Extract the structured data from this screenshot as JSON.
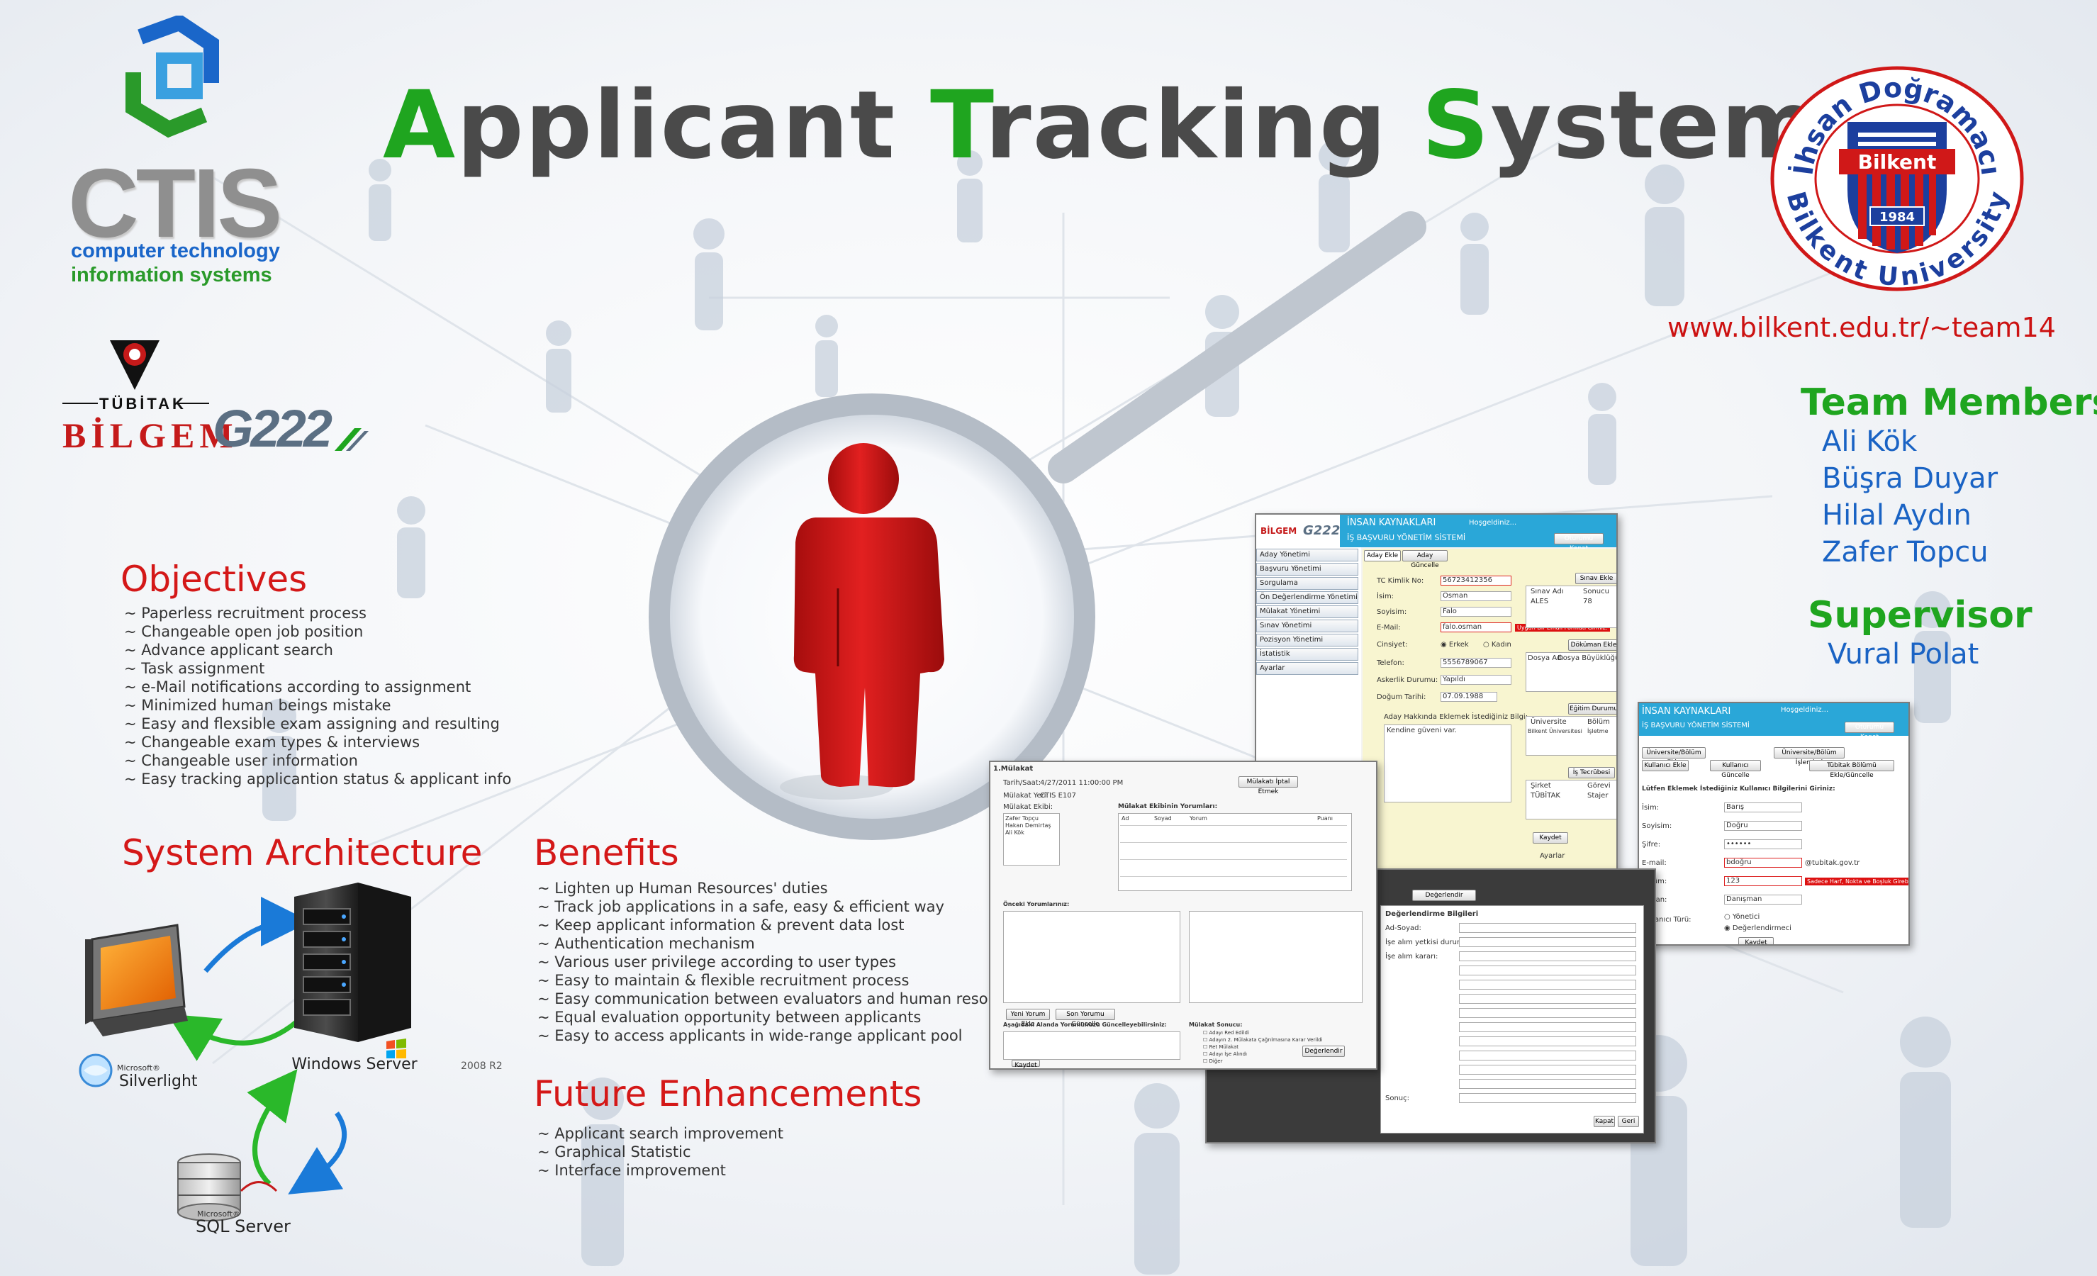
{
  "title": {
    "letter_a": "A",
    "rest_a": "pplicant ",
    "letter_t": "T",
    "rest_t": "racking ",
    "letter_s": "S",
    "rest_s": "ystem"
  },
  "logos": {
    "ctis": {
      "wordmark": "CTIS",
      "line1": "computer technology",
      "line2": "information systems"
    },
    "tubitak": "TÜBİTAK",
    "bilgem": "BİLGEM",
    "g222": "G222",
    "bilkent": {
      "top_text": "İhsan Doğramacı",
      "bottom_text": "Bilkent University",
      "badge": "Bilkent",
      "year": "1984"
    },
    "windows_server": {
      "name": "Windows Server",
      "version": "2008 R2"
    },
    "silverlight": {
      "vendor": "Microsoft®",
      "name": "Silverlight"
    },
    "sql_server": {
      "vendor": "Microsoft®",
      "name": "SQL Server"
    }
  },
  "website": "www.bilkent.edu.tr/~team14",
  "team": {
    "heading": "Team Members",
    "members": [
      "Ali Kök",
      "Büşra Duyar",
      "Hilal Aydın",
      "Zafer Topcu"
    ],
    "supervisor_heading": "Supervisor",
    "supervisor": "Vural Polat"
  },
  "objectives": {
    "heading": "Objectives",
    "items": [
      "~ Paperless recruitment process",
      "~ Changeable open job position",
      "~ Advance applicant search",
      "~ Task assignment",
      "~ e-Mail notifications according to assignment",
      "~ Minimized human beings mistake",
      "~ Easy and flexsible exam assigning and resulting",
      "~ Changeable exam types & interviews",
      "~ Changeable user information",
      "~ Easy tracking applicantion status & applicant info"
    ]
  },
  "architecture": {
    "heading": "System Architecture"
  },
  "benefits": {
    "heading": "Benefits",
    "items": [
      "~ Lighten up Human Resources' duties",
      "~ Track job applications in a safe, easy & efficient way",
      "~ Keep applicant information & prevent data lost",
      "~ Authentication mechanism",
      "~ Various user privilege according to user types",
      "~ Easy to maintain & flexible recruitment process",
      "~ Easy communication between evaluators and human resources",
      "~ Equal evaluation opportunity between applicants",
      "~ Easy to access applicants in wide-range applicant pool"
    ]
  },
  "future": {
    "heading": "Future Enhancements",
    "items": [
      "~ Applicant search improvement",
      "~ Graphical Statistic",
      "~ Interface improvement"
    ]
  },
  "screenshots": {
    "main": {
      "header_line1": "İNSAN KAYNAKLARI",
      "header_line2": "İŞ BAŞVURU YÖNETİM SİSTEMİ",
      "welcome": "Hoşgeldiniz...",
      "logout": "Oturumu Kapat",
      "tabs": [
        "Aday Ekle",
        "Aday Güncelle"
      ],
      "menu": [
        "Aday Yönetimi",
        "Başvuru Yönetimi",
        "Sorgulama",
        "Ön Değerlendirme Yönetimi",
        "Mülakat Yönetimi",
        "Sınav Yönetimi",
        "Pozisyon Yönetimi",
        "İstatistik",
        "Ayarlar"
      ],
      "labels": [
        "TC Kimlik No:",
        "İsim:",
        "Soyisim:",
        "E-Mail:",
        "Cinsiyet:",
        "Telefon:",
        "Askerlik Durumu:",
        "Doğum Tarihi:"
      ],
      "values": [
        "56723412356",
        "Osman",
        "Falo",
        "falo.osman",
        "Erkek",
        "5556789067",
        "Yapıldı",
        "07.09.1988"
      ],
      "gender_other": "Kadın",
      "error": "Uygun Bir Email Formatı Giriniz!",
      "note_label": "Aday Hakkında Eklemek İstediğiniz Bilgi:",
      "note_value": "Kendine güveni var.",
      "exam_btn": "Sınav Ekle",
      "exam_cols": [
        "Sınav Adı",
        "Sonucu"
      ],
      "exam_row": [
        "ALES",
        "78"
      ],
      "doc_btn": "Döküman Ekle",
      "doc_cols": [
        "Dosya Adı",
        "Dosya Büyüklüğü"
      ],
      "edu_btn": "Eğitim Durumu",
      "edu_cols": [
        "Üniversite",
        "Bölüm"
      ],
      "edu_row": [
        "Bilkent Üniversitesi",
        "İşletme"
      ],
      "job_btn": "İş Tecrübesi",
      "job_cols": [
        "Şirket",
        "Görevi"
      ],
      "job_row": [
        "TÜBİTAK",
        "Stajer"
      ],
      "save": "Kaydet",
      "footer": "Ayarlar"
    },
    "user": {
      "header_line1": "İNSAN KAYNAKLARI",
      "header_line2": "İŞ BAŞVURU YÖNETİM SİSTEMİ",
      "welcome": "Hoşgeldiniz...",
      "logout": "Oturumu Kapat",
      "tabs1": [
        "Üniversite/Bölüm Ekle",
        "Üniversite/Bölüm İşlemleri"
      ],
      "tabs2": [
        "Kullanıcı Ekle",
        "Kullanıcı Güncelle",
        "Tübitak Bölümü Ekle/Güncelle"
      ],
      "form_title": "Lütfen Eklemek İstediğiniz Kullanıcı Bilgilerini Giriniz:",
      "labels": [
        "İsim:",
        "Soyisim:",
        "Şifre:",
        "E-mail:",
        "Bölüm:",
        "Ünvan:",
        "Kullanıcı Türü:"
      ],
      "values": [
        "Barış",
        "Doğru",
        "••••••",
        "bdoğru",
        "123",
        "Danışman"
      ],
      "email_suffix": "@tubitak.gov.tr",
      "error": "Sadece Harf, Nokta ve Boşluk Girebilirsiniz!",
      "radio": [
        "Yönetici",
        "Değerlendirmeci"
      ],
      "save": "Kaydet"
    },
    "interview": {
      "title": "1.Mülakat",
      "labels": [
        "Tarih/Saat:",
        "Mülakat Yeri:",
        "Mülakat Ekibi:"
      ],
      "date": "4/27/2011 11:00:00 PM",
      "place": "CTIS E107",
      "team": [
        "Zafer Topçu",
        "Hakan Demirtaş",
        "Ali Kök"
      ],
      "update_btn": "Mülakatı İptal Etmek",
      "section_questions": "Mülakat Ekibinin Yorumları:",
      "cols": [
        "Ad",
        "Soyad",
        "Yorum",
        "Puanı"
      ],
      "comments_label": "Önceki Yorumlarınız:",
      "evaluation_label": "Aşağıdaki Alanda Yorumunuzu Güncelleyebilirsiniz:",
      "status_label": "Mülakat Sonucu:",
      "options": [
        "Adayı Red Edildi",
        "Adayın 2. Mülakata Çağrılmasına Karar Verildi",
        "Ret Mülakat",
        "Adayı İşe Alındı",
        "Diğer"
      ],
      "buttons": [
        "Yeni Yorum Ekle",
        "Son Yorumu Güncelle",
        "Değerlendir",
        "Kaydet",
        "Kapat",
        "Geri"
      ]
    },
    "details": {
      "title": "Değerlendirme Bilgileri",
      "labels": [
        "Ad-Soyad:",
        "İşe alım yetkisi durumu:",
        "İşe alım kararı:",
        "Sonuç:"
      ]
    }
  }
}
